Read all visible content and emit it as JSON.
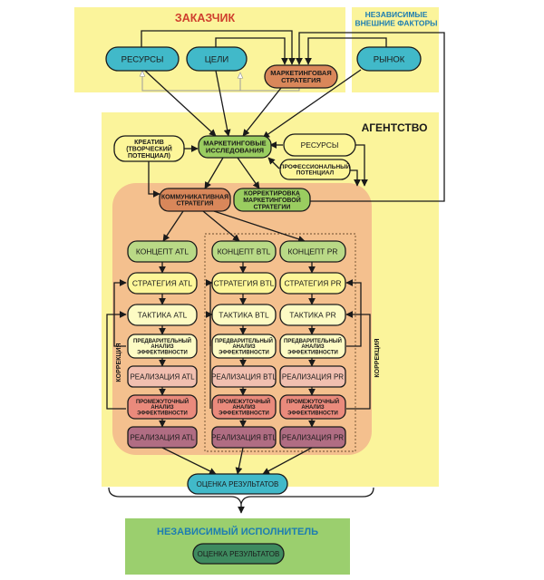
{
  "colors": {
    "yellow_region": "#fbf49b",
    "orange_region": "#f4c08e",
    "green_region": "#9bcf6e",
    "title_red": "#cf3f2e",
    "title_blue": "#1d7db1",
    "teal": "#41b9c9",
    "green_box": "#9acd60",
    "light_green": "#b9d986",
    "pale_yellow": "#fdfbc4",
    "bright_yellow": "#fdf699",
    "brown_orange": "#d9875a",
    "pink": "#f1bfb0",
    "salmon": "#ea8a7c",
    "mauve": "#b06d83",
    "dark_green": "#3e8a5f"
  },
  "regions": {
    "client": "ЗАКАЗЧИК",
    "external": "НЕЗАВИСИМЫЕ\nВНЕШНИЕ ФАКТОРЫ",
    "agency": "АГЕНТСТВО",
    "contractor": "НЕЗАВИСИМЫЙ ИСПОЛНИТЕЛЬ"
  },
  "side_labels": {
    "left": "КОРРЕКЦИЯ",
    "right": "КОРРЕКЦИЯ"
  },
  "boxes": {
    "resources_client": "РЕСУРСЫ",
    "goals": "ЦЕЛИ",
    "marketing_strategy": "МАРКЕТИНГОВАЯ\nСТРАТЕГИЯ",
    "market": "РЫНОК",
    "creative": "КРЕАТИВ\n(ТВОРЧЕСКИЙ\nПОТЕНЦИАЛ)",
    "research": "МАРКЕТИНГОВЫЕ\nИССЛЕДОВАНИЯ",
    "resources_agency": "РЕСУРСЫ",
    "professional": "ПРОФЕССИОНАЛЬНЫЙ\nПОТЕНЦИАЛ",
    "comm_strategy": "КОММУНИКАТИВНАЯ\nСТРАТЕГИЯ",
    "correction_strategy": "КОРРЕКТИРОВКА\nМАРКЕТИНГОВОЙ\nСТРАТЕГИИ",
    "concept_atl": "КОНЦЕПТ ATL",
    "concept_btl": "КОНЦЕПТ BTL",
    "concept_pr": "КОНЦЕПТ PR",
    "strategy_atl": "СТРАТЕГИЯ ATL",
    "strategy_btl": "СТРАТЕГИЯ BTL",
    "strategy_pr": "СТРАТЕГИЯ PR",
    "tactics_atl": "ТАКТИКА ATL",
    "tactics_btl": "ТАКТИКА BTL",
    "tactics_pr": "ТАКТИКА PR",
    "prelim_atl": "ПРЕДВАРИТЕЛЬНЫЙ\nАНАЛИЗ\nЭФФЕКТИВНОСТИ",
    "prelim_btl": "ПРЕДВАРИТЕЛЬНЫЙ\nАНАЛИЗ\nЭФФЕКТИВНОСТИ",
    "prelim_pr": "ПРЕДВАРИТЕЛЬНЫЙ\nАНАЛИЗ\nЭФФЕКТИВНОСТИ",
    "impl1_atl": "РЕАЛИЗАЦИЯ ATL",
    "impl1_btl": "РЕАЛИЗАЦИЯ BTL",
    "impl1_pr": "РЕАЛИЗАЦИЯ PR",
    "interim_atl": "ПРОМЕЖУТОЧНЫЙ\nАНАЛИЗ\nЭФФЕКТИВНОСТИ",
    "interim_btl": "ПРОМЕЖУТОЧНЫЙ\nАНАЛИЗ\nЭФФЕКТИВНОСТИ",
    "interim_pr": "ПРОМЕЖУТОЧНЫЙ\nАНАЛИЗ\nЭФФЕКТИВНОСТИ",
    "impl2_atl": "РЕАЛИЗАЦИЯ ATL",
    "impl2_btl": "РЕАЛИЗАЦИЯ BTL",
    "impl2_pr": "РЕАЛИЗАЦИЯ PR",
    "results_agency": "ОЦЕНКА РЕЗУЛЬТАТОВ",
    "results_contractor": "ОЦЕНКА РЕЗУЛЬТАТОВ"
  }
}
